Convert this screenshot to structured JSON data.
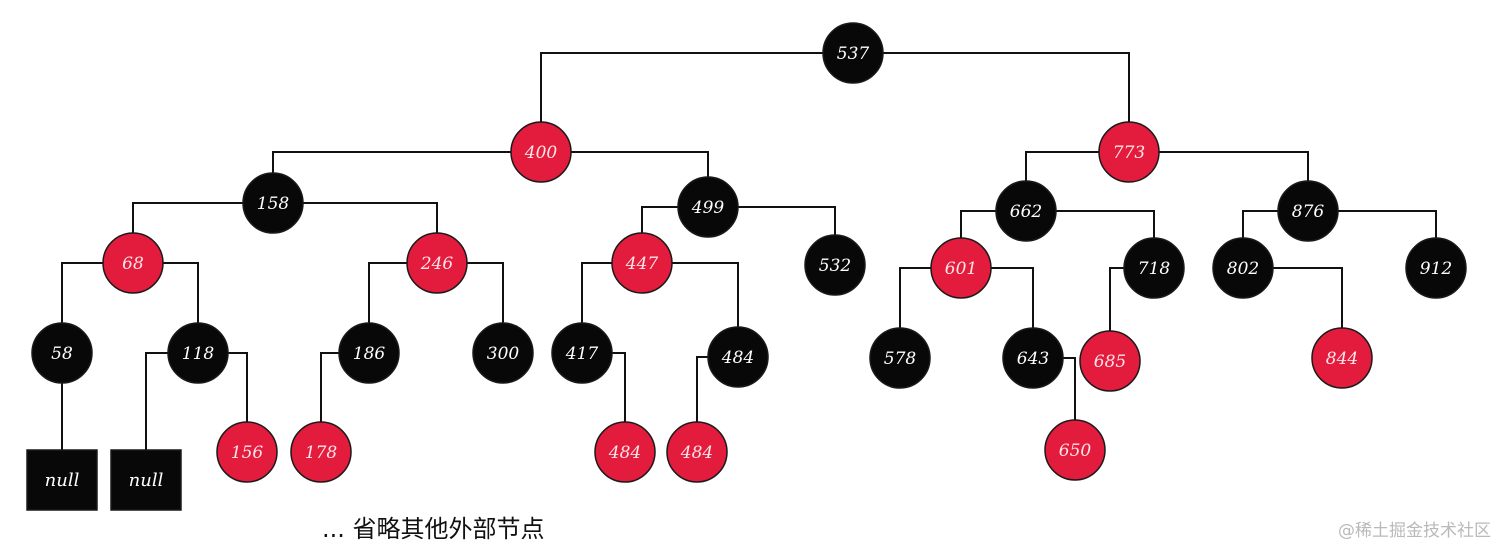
{
  "colors": {
    "red": "#e31c3d",
    "black": "#080808",
    "edge": "#111111",
    "label_on_red": "#ffe4e8",
    "label_on_black": "#ffffff"
  },
  "nodes": [
    {
      "id": "n537",
      "label": "537",
      "color": "black"
    },
    {
      "id": "n400",
      "label": "400",
      "color": "red"
    },
    {
      "id": "n773",
      "label": "773",
      "color": "red"
    },
    {
      "id": "n158",
      "label": "158",
      "color": "black"
    },
    {
      "id": "n499",
      "label": "499",
      "color": "black"
    },
    {
      "id": "n662",
      "label": "662",
      "color": "black"
    },
    {
      "id": "n876",
      "label": "876",
      "color": "black"
    },
    {
      "id": "n68",
      "label": "68",
      "color": "red"
    },
    {
      "id": "n246",
      "label": "246",
      "color": "red"
    },
    {
      "id": "n447",
      "label": "447",
      "color": "red"
    },
    {
      "id": "n532",
      "label": "532",
      "color": "black"
    },
    {
      "id": "n601",
      "label": "601",
      "color": "red"
    },
    {
      "id": "n718",
      "label": "718",
      "color": "black"
    },
    {
      "id": "n802",
      "label": "802",
      "color": "black"
    },
    {
      "id": "n912",
      "label": "912",
      "color": "black"
    },
    {
      "id": "n58",
      "label": "58",
      "color": "black"
    },
    {
      "id": "n118",
      "label": "118",
      "color": "black"
    },
    {
      "id": "n186",
      "label": "186",
      "color": "black"
    },
    {
      "id": "n300",
      "label": "300",
      "color": "black"
    },
    {
      "id": "n417",
      "label": "417",
      "color": "black"
    },
    {
      "id": "n484a",
      "label": "484",
      "color": "black"
    },
    {
      "id": "n578",
      "label": "578",
      "color": "black"
    },
    {
      "id": "n643",
      "label": "643",
      "color": "black"
    },
    {
      "id": "n685",
      "label": "685",
      "color": "red"
    },
    {
      "id": "n844",
      "label": "844",
      "color": "red"
    },
    {
      "id": "n156",
      "label": "156",
      "color": "red"
    },
    {
      "id": "n178",
      "label": "178",
      "color": "red"
    },
    {
      "id": "n484b",
      "label": "484",
      "color": "red"
    },
    {
      "id": "n484c",
      "label": "484",
      "color": "red"
    },
    {
      "id": "n650",
      "label": "650",
      "color": "red"
    },
    {
      "id": "null1",
      "label": "null",
      "color": "black",
      "shape": "box"
    },
    {
      "id": "null2",
      "label": "null",
      "color": "black",
      "shape": "box"
    }
  ],
  "edges": [
    [
      "n537",
      "n400"
    ],
    [
      "n537",
      "n773"
    ],
    [
      "n400",
      "n158"
    ],
    [
      "n400",
      "n499"
    ],
    [
      "n773",
      "n662"
    ],
    [
      "n773",
      "n876"
    ],
    [
      "n158",
      "n68"
    ],
    [
      "n158",
      "n246"
    ],
    [
      "n499",
      "n447"
    ],
    [
      "n499",
      "n532"
    ],
    [
      "n662",
      "n601"
    ],
    [
      "n662",
      "n718"
    ],
    [
      "n876",
      "n802"
    ],
    [
      "n876",
      "n912"
    ],
    [
      "n68",
      "n58"
    ],
    [
      "n68",
      "n118"
    ],
    [
      "n246",
      "n186"
    ],
    [
      "n246",
      "n300"
    ],
    [
      "n447",
      "n417"
    ],
    [
      "n447",
      "n484a"
    ],
    [
      "n601",
      "n578"
    ],
    [
      "n601",
      "n643"
    ],
    [
      "n718",
      "n685"
    ],
    [
      "n802",
      "n844"
    ],
    [
      "n58",
      "null1"
    ],
    [
      "n118",
      "null2"
    ],
    [
      "n118",
      "n156"
    ],
    [
      "n186",
      "n178"
    ],
    [
      "n417",
      "n484b"
    ],
    [
      "n484a",
      "n484c"
    ],
    [
      "n643",
      "n650"
    ]
  ],
  "caption": "... 省略其他外部节点",
  "watermark": "@稀土掘金技术社区"
}
